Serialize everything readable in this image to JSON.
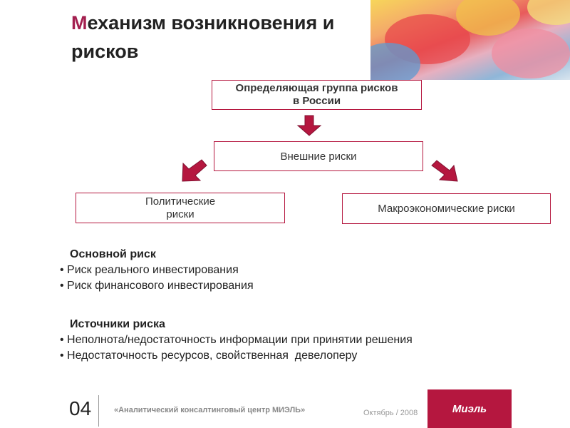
{
  "title": {
    "first_letter": "М",
    "rest_line1": "еханизм возникновения и",
    "line2": "рисков"
  },
  "diagram": {
    "top_box": "Определяющая группа рисков в России",
    "middle_box": "Внешние риски",
    "left_box": "Политические риски",
    "right_box": "Макроэкономические риски",
    "arrow_color": "#b5173f"
  },
  "main_risk": {
    "heading": "Основной риск",
    "items": [
      "Риск реального инвестирования",
      "Риск финансового инвестирования"
    ]
  },
  "risk_sources": {
    "heading": "Источники риска",
    "items": [
      "Неполнота/недостаточность информации при принятии решения",
      "Недостаточность ресурсов, свойственная  девелоперу"
    ]
  },
  "footer": {
    "page_number": "04",
    "organization": "«Аналитический консалтинговый центр МИЭЛЬ»",
    "date": "Октябрь / 2008",
    "logo_text": "Миэль",
    "brand_color": "#b5173f"
  }
}
